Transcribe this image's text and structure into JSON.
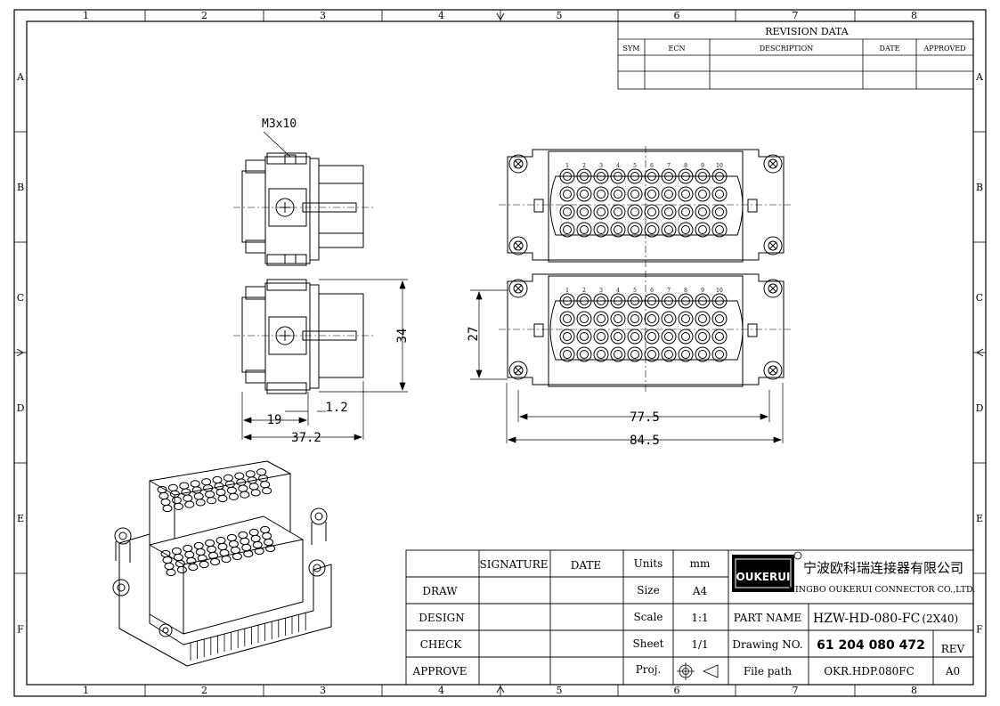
{
  "frame": {
    "columns": [
      "1",
      "2",
      "3",
      "4",
      "5",
      "6",
      "7",
      "8"
    ],
    "rows": [
      "A",
      "B",
      "C",
      "D",
      "E",
      "F"
    ]
  },
  "revision": {
    "title": "REVISION   DATA",
    "headers": [
      "SYM",
      "ECN",
      "DESCRIPTION",
      "DATE",
      "APPROVED"
    ]
  },
  "dimensions": {
    "screw": "M3x10",
    "height_34": "34",
    "height_27": "27",
    "d_19": "19",
    "d_1_2": "1.2",
    "d_37_2": "37.2",
    "d_77_5": "77.5",
    "d_84_5": "84.5"
  },
  "pin_numbers": [
    "1",
    "2",
    "3",
    "4",
    "5",
    "6",
    "7",
    "8",
    "9",
    "10"
  ],
  "title_block": {
    "signature_header": "SIGNATURE",
    "date_header": "DATE",
    "rows": [
      "DRAW",
      "DESIGN",
      "CHECK",
      "APPROVE"
    ],
    "units_label": "Units",
    "units_value": "mm",
    "size_label": "Size",
    "size_value": "A4",
    "scale_label": "Scale",
    "scale_value": "1:1",
    "sheet_label": "Sheet",
    "sheet_value": "1/1",
    "proj_label": "Proj.",
    "logo_text": "OUKERUI",
    "company_cn": "宁波欧科瑞连接器有限公司",
    "company_en": "NINGBO OUKERUI CONNECTOR CO.,LTD.",
    "part_name_label": "PART NAME",
    "part_name_value": "HZW-HD-080-FC",
    "part_name_suffix": "(2X40)",
    "drawing_no_label": "Drawing NO.",
    "drawing_no_value": "61 204 080 472",
    "rev_label": "REV",
    "file_path_label": "File path",
    "file_path_value": "OKR.HDP.080FC",
    "rev_value": "A0"
  }
}
